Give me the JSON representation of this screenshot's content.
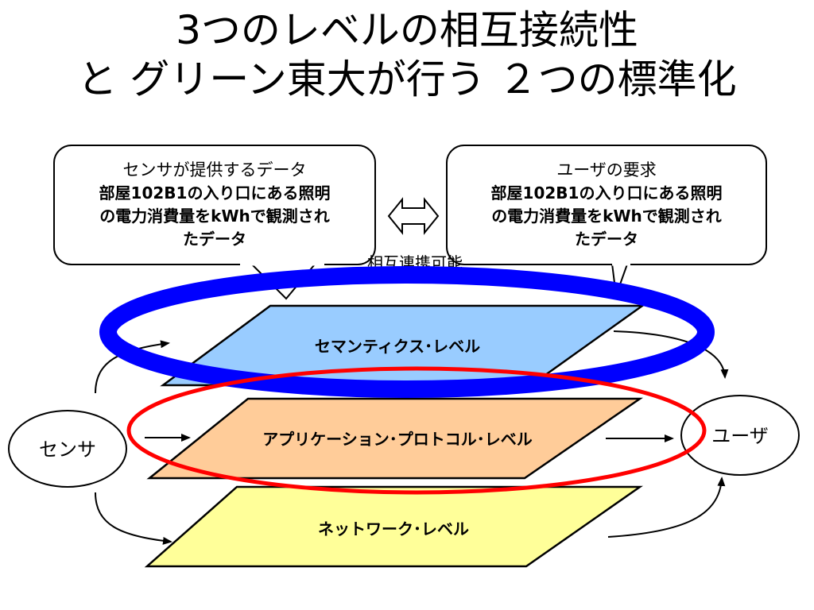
{
  "title": {
    "line1": "3つのレベルの相互接続性",
    "line2": "と グリーン東大が行う ２つの標準化"
  },
  "left_callout": {
    "heading": "センサが提供するデータ",
    "lines": [
      "部屋102B1の入り口にある照明",
      "の電力消費量をkWhで観測され",
      "たデータ"
    ]
  },
  "right_callout": {
    "heading": "ユーザの要求",
    "lines": [
      "部屋102B1の入り口にある照明",
      "の電力消費量をkWhで観測され",
      "たデータ"
    ]
  },
  "interop_label": "相互連携可能",
  "layers": {
    "semantic": "セマンティクス･レベル",
    "application": "アプリケーション･プロトコル･レベル",
    "network": "ネットワーク･レベル"
  },
  "nodes": {
    "sensor": "センサ",
    "user": "ユーザ"
  },
  "colors": {
    "semantic_fill": "#99CCFF",
    "application_fill": "#FFCC99",
    "network_fill": "#FFFF99",
    "blue_ring": "#0000FF",
    "red_ring": "#FF0000"
  }
}
